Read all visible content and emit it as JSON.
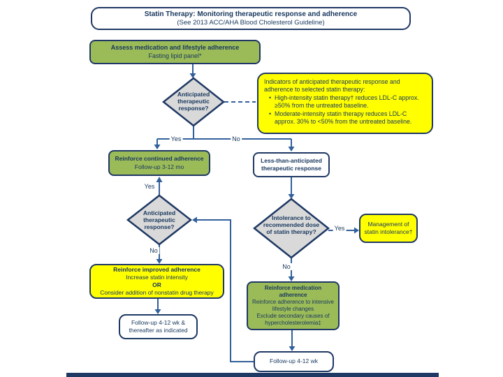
{
  "title": {
    "line1": "Statin Therapy: Monitoring therapeutic response and adherence",
    "line2": "(See 2013 ACC/AHA Blood Cholesterol Guideline)"
  },
  "nodes": {
    "assess": {
      "line1": "Assess medication and lifestyle adherence",
      "line2": "Fasting lipid panel*"
    },
    "indicators": {
      "intro": "Indicators of anticipated therapeutic response and adherence to selected statin therapy:",
      "bullets": [
        "High-intensity statin therapy† reduces LDL-C approx. ≥50% from the untreated baseline.",
        "Moderate-intensity statin therapy reduces LDL-C approx. 30% to <50% from the untreated baseline."
      ]
    },
    "decision1": {
      "text": "Anticipated therapeutic response?"
    },
    "reinforce_continued": {
      "line1": "Reinforce continued adherence",
      "line2": "Follow-up 3-12 mo"
    },
    "less_than": {
      "line1": "Less-than-anticipated",
      "line2": "therapeutic response"
    },
    "decision2": {
      "text": "Anticipated therapeutic response?"
    },
    "decision3": {
      "text": "Intolerance to recommended dose of statin therapy?"
    },
    "management": {
      "line1": "Management of",
      "line2": "statin intolerance†"
    },
    "improve": {
      "line1": "Reinforce improved adherence",
      "line2": "Increase statin intensity",
      "line3": "OR",
      "line4": "Consider addition of nonstatin drug therapy"
    },
    "followup_thereafter": {
      "line1": "Follow-up 4-12 wk &",
      "line2": "thereafter as indicated"
    },
    "reinforce_medication": {
      "title1": "Reinforce medication",
      "title2": "adherence",
      "body1": "Reinforce adherence to intensive",
      "body2": "lifestyle changes",
      "body3": "Exclude secondary causes of",
      "body4": "hypercholesterolemia‡"
    },
    "followup_412": {
      "text": "Follow-up 4-12 wk"
    }
  },
  "labels": {
    "yes1": "Yes",
    "no1": "No",
    "yes2": "Yes",
    "no2": "No",
    "yes3": "Yes",
    "no3": "No"
  },
  "colors": {
    "node_green": "#9bbb59",
    "node_yellow": "#ffff00",
    "diamond_gray": "#d9d9d9",
    "border_navy": "#1f3864",
    "connector_blue": "#31609b",
    "text_navy": "#17365d"
  }
}
